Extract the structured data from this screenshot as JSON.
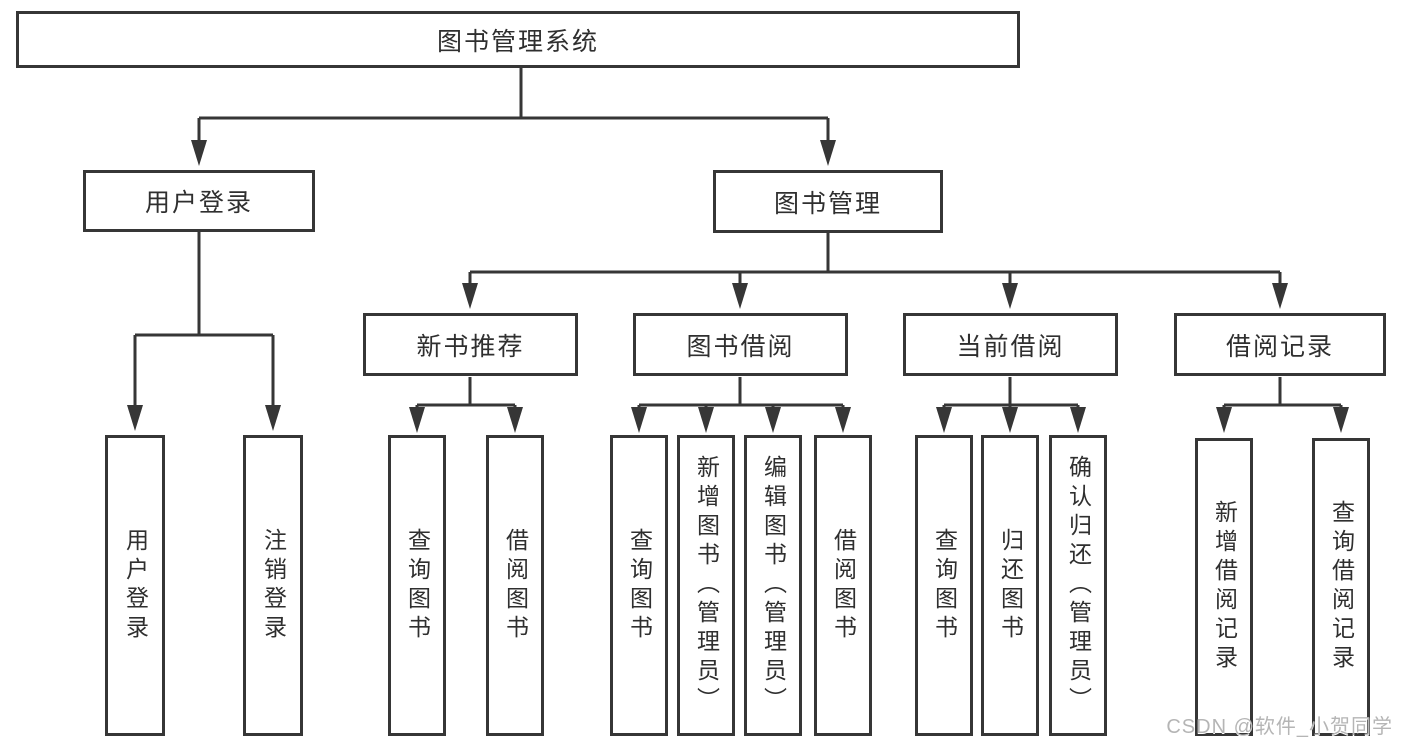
{
  "tree": {
    "root": "图书管理系统",
    "children": [
      {
        "label": "用户登录",
        "leaves": [
          "用户登录",
          "注销登录"
        ]
      },
      {
        "label": "图书管理",
        "children": [
          {
            "label": "新书推荐",
            "leaves": [
              "查询图书",
              "借阅图书"
            ]
          },
          {
            "label": "图书借阅",
            "leaves": [
              "查询图书",
              "新增图书（管理员）",
              "编辑图书（管理员）",
              "借阅图书"
            ]
          },
          {
            "label": "当前借阅",
            "leaves": [
              "查询图书",
              "归还图书",
              "确认归还（管理员）"
            ]
          },
          {
            "label": "借阅记录",
            "leaves": [
              "新增借阅记录",
              "查询借阅记录"
            ]
          }
        ]
      }
    ]
  },
  "watermark": "CSDN @软件_小贺同学",
  "colors": {
    "line": "#363636",
    "text": "#2f2f2f",
    "watermark": "#b5b5b5",
    "background": "#ffffff"
  }
}
